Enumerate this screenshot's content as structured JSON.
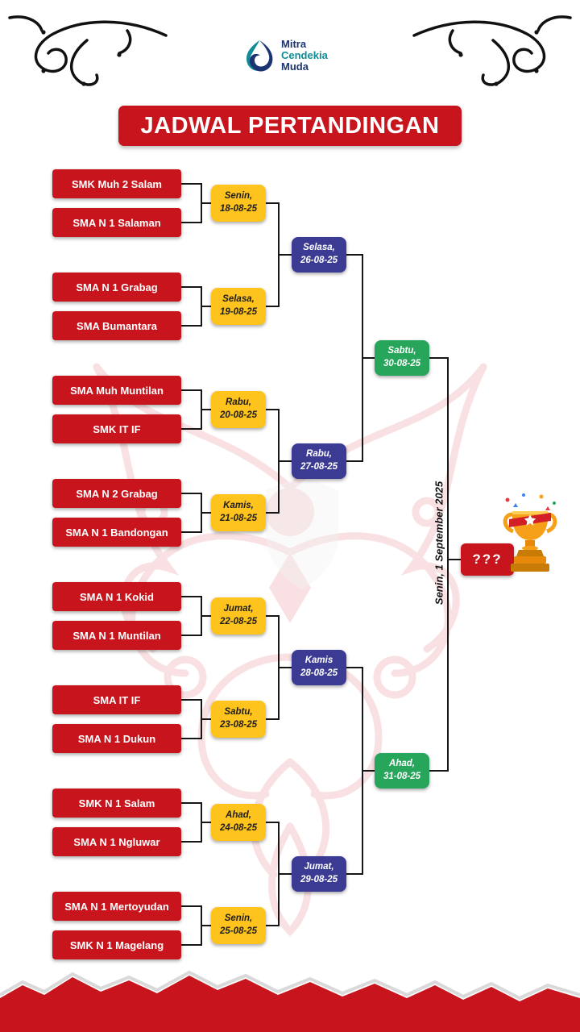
{
  "title": "JADWAL PERTANDINGAN",
  "logo": {
    "line1": "Mitra",
    "line2": "Cendekia",
    "line3": "Muda"
  },
  "colors": {
    "red": "#C8141C",
    "yellow": "#FFC31E",
    "blue": "#3B3B93",
    "green": "#27A55B",
    "navy": "#1D3472",
    "teal": "#0E8D96",
    "ink": "#121212"
  },
  "bracket": {
    "pairs": [
      {
        "team1": "SMK Muh 2 Salam",
        "team2": "SMA N 1 Salaman",
        "day": "Senin,",
        "date": "18-08-25"
      },
      {
        "team1": "SMA N 1 Grabag",
        "team2": "SMA Bumantara",
        "day": "Selasa,",
        "date": "19-08-25"
      },
      {
        "team1": "SMA Muh Muntilan",
        "team2": "SMK IT IF",
        "day": "Rabu,",
        "date": "20-08-25"
      },
      {
        "team1": "SMA N 2 Grabag",
        "team2": "SMA N 1 Bandongan",
        "day": "Kamis,",
        "date": "21-08-25"
      },
      {
        "team1": "SMA N 1 Kokid",
        "team2": "SMA N 1 Muntilan",
        "day": "Jumat,",
        "date": "22-08-25"
      },
      {
        "team1": "SMA IT IF",
        "team2": "SMA N 1 Dukun",
        "day": "Sabtu,",
        "date": "23-08-25"
      },
      {
        "team1": "SMK N 1 Salam",
        "team2": "SMA N 1 Ngluwar",
        "day": "Ahad,",
        "date": "24-08-25"
      },
      {
        "team1": "SMA N 1 Mertoyudan",
        "team2": "SMK N 1 Magelang",
        "day": "Senin,",
        "date": "25-08-25"
      }
    ],
    "quarterfinals": [
      {
        "day": "Selasa,",
        "date": "26-08-25"
      },
      {
        "day": "Rabu,",
        "date": "27-08-25"
      },
      {
        "day": "Kamis",
        "date": "28-08-25"
      },
      {
        "day": "Jumat,",
        "date": "29-08-25"
      }
    ],
    "semifinals": [
      {
        "day": "Sabtu,",
        "date": "30-08-25"
      },
      {
        "day": "Ahad,",
        "date": "31-08-25"
      }
    ],
    "final": {
      "placeholder": "???",
      "date": "Senin, 1 September 2025"
    }
  }
}
